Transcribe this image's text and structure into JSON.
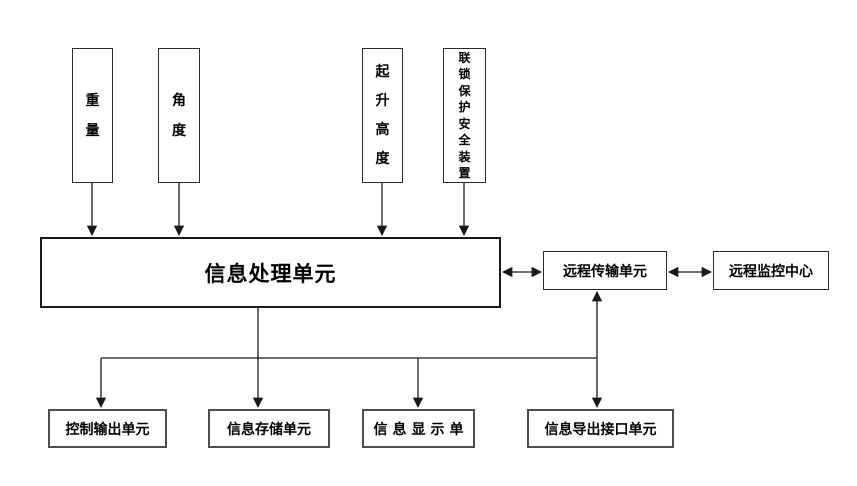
{
  "diagram": {
    "type": "block-diagram",
    "background": "#ffffff",
    "line_color": "#1a1a1a",
    "text_color": "#000000",
    "nodes": {
      "weight": {
        "label": "重量",
        "orientation": "vertical"
      },
      "angle": {
        "label": "角度",
        "orientation": "vertical"
      },
      "hoist_height": {
        "label": "起升高度",
        "orientation": "vertical"
      },
      "interlock": {
        "label": "联锁保护安全装置",
        "orientation": "vertical"
      },
      "processing": {
        "label": "信息处理单元",
        "orientation": "horizontal"
      },
      "transmission": {
        "label": "远程传输单元",
        "orientation": "horizontal"
      },
      "monitoring": {
        "label": "远程监控中心",
        "orientation": "horizontal"
      },
      "control_output": {
        "label": "控制输出单元",
        "orientation": "horizontal"
      },
      "storage": {
        "label": "信息存储单元",
        "orientation": "horizontal"
      },
      "display": {
        "label": "信息显示单",
        "orientation": "horizontal"
      },
      "export_interface": {
        "label": "信息导出接口单元",
        "orientation": "horizontal"
      }
    },
    "edges": [
      {
        "from": "weight",
        "to": "processing",
        "type": "arrow"
      },
      {
        "from": "angle",
        "to": "processing",
        "type": "arrow"
      },
      {
        "from": "hoist_height",
        "to": "processing",
        "type": "arrow"
      },
      {
        "from": "interlock",
        "to": "processing",
        "type": "arrow"
      },
      {
        "from": "processing",
        "to": "transmission",
        "type": "double-arrow"
      },
      {
        "from": "transmission",
        "to": "monitoring",
        "type": "double-arrow"
      },
      {
        "from": "processing",
        "to": "control_output",
        "type": "arrow"
      },
      {
        "from": "processing",
        "to": "storage",
        "type": "arrow"
      },
      {
        "from": "processing",
        "to": "display",
        "type": "arrow"
      },
      {
        "from": "processing",
        "to": "export_interface",
        "type": "arrow"
      },
      {
        "from": "transmission",
        "to": "export_interface",
        "type": "double-arrow"
      }
    ]
  }
}
